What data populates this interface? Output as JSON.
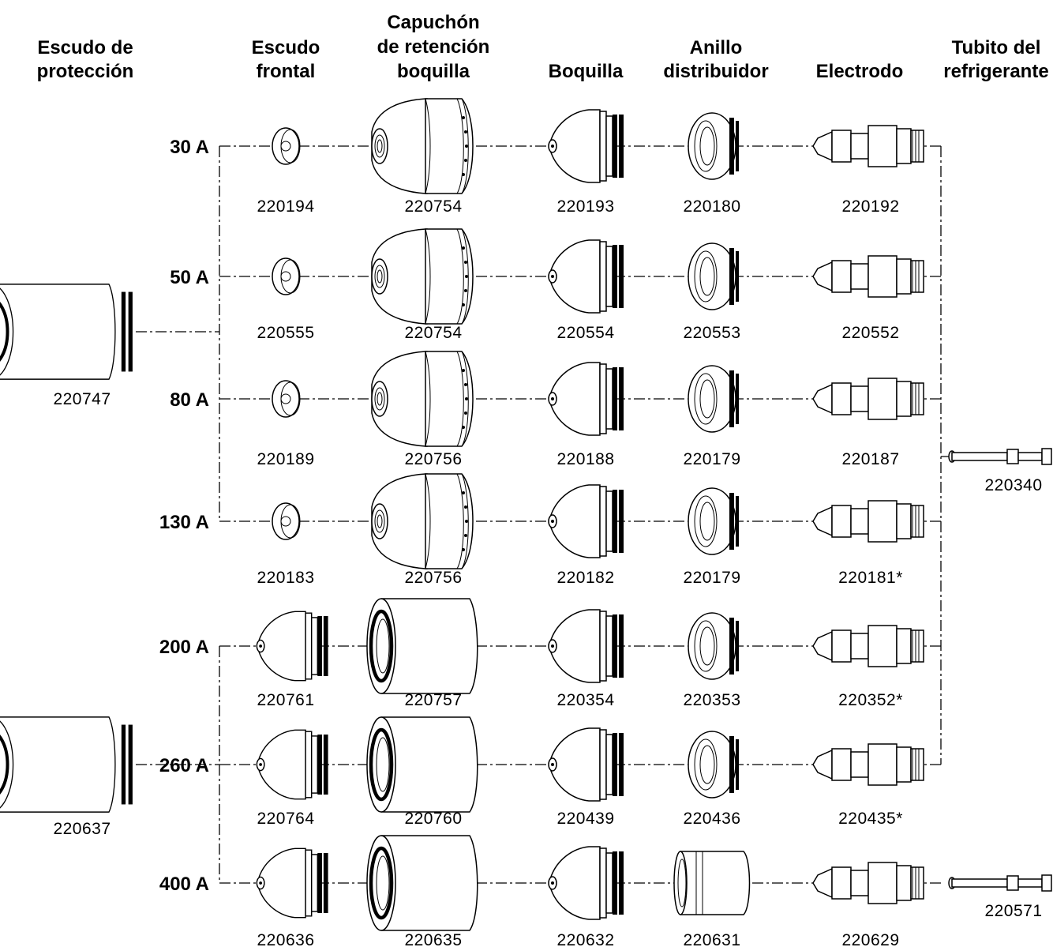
{
  "headers": {
    "escudo_proteccion": [
      "Escudo de",
      "protección"
    ],
    "escudo_frontal": [
      "Escudo",
      "frontal"
    ],
    "capuchon": [
      "Capuchón",
      "de retención",
      "boquilla"
    ],
    "boquilla": [
      "Boquilla"
    ],
    "anillo": [
      "Anillo",
      "distribuidor"
    ],
    "electrodo": [
      "Electrodo"
    ],
    "tubito": [
      "Tubito del",
      "refrigerante"
    ]
  },
  "shields": [
    {
      "part": "220747"
    },
    {
      "part": "220637"
    }
  ],
  "coolant_tubes": [
    {
      "part": "220340"
    },
    {
      "part": "220571"
    }
  ],
  "rows": [
    {
      "amps": "30 A",
      "escudo_frontal": "220194",
      "capuchon": "220754",
      "boquilla": "220193",
      "anillo": "220180",
      "electrodo": "220192"
    },
    {
      "amps": "50 A",
      "escudo_frontal": "220555",
      "capuchon": "220754",
      "boquilla": "220554",
      "anillo": "220553",
      "electrodo": "220552"
    },
    {
      "amps": "80 A",
      "escudo_frontal": "220189",
      "capuchon": "220756",
      "boquilla": "220188",
      "anillo": "220179",
      "electrodo": "220187"
    },
    {
      "amps": "130 A",
      "escudo_frontal": "220183",
      "capuchon": "220756",
      "boquilla": "220182",
      "anillo": "220179",
      "electrodo": "220181*"
    },
    {
      "amps": "200 A",
      "escudo_frontal": "220761",
      "capuchon": "220757",
      "boquilla": "220354",
      "anillo": "220353",
      "electrodo": "220352*"
    },
    {
      "amps": "260 A",
      "escudo_frontal": "220764",
      "capuchon": "220760",
      "boquilla": "220439",
      "anillo": "220436",
      "electrodo": "220435*"
    },
    {
      "amps": "400 A",
      "escudo_frontal": "220636",
      "capuchon": "220635",
      "boquilla": "220632",
      "anillo": "220631",
      "electrodo": "220629"
    }
  ]
}
